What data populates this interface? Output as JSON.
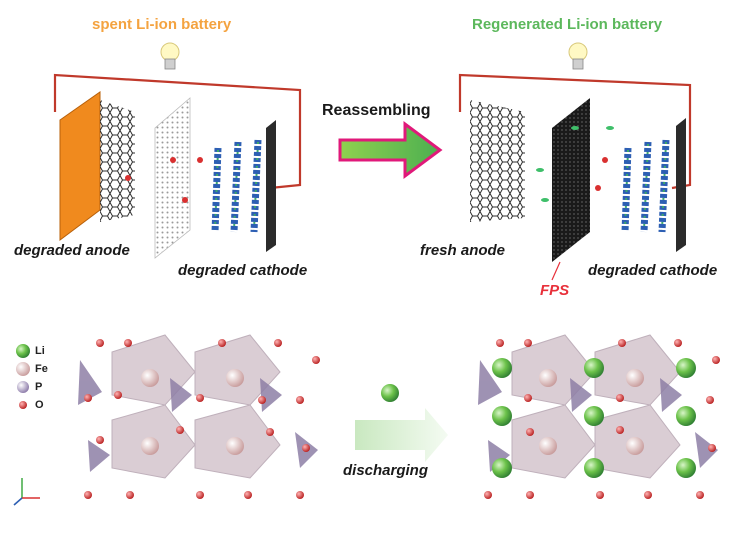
{
  "top": {
    "left_title": "spent Li-ion battery",
    "right_title": "Regenerated Li-ion battery",
    "arrow_label": "Reassembling",
    "left_anode_label": "degraded anode",
    "left_cathode_label": "degraded cathode",
    "right_anode_label": "fresh anode",
    "right_cathode_label": "degraded cathode",
    "fps_label": "FPS"
  },
  "bottom": {
    "arrow_label": "discharging",
    "legend": [
      {
        "label": "Li",
        "color": "#5cb85c"
      },
      {
        "label": "Fe",
        "color": "#e8c4c4"
      },
      {
        "label": "P",
        "color": "#b7a8cc"
      },
      {
        "label": "O",
        "color": "#d93030"
      }
    ]
  },
  "colors": {
    "orange_title": "#f4a340",
    "green_title": "#5cb85c",
    "circuit": "#c0392b",
    "anode_plate": "#f08a1e",
    "fps_label": "#e8303a"
  }
}
